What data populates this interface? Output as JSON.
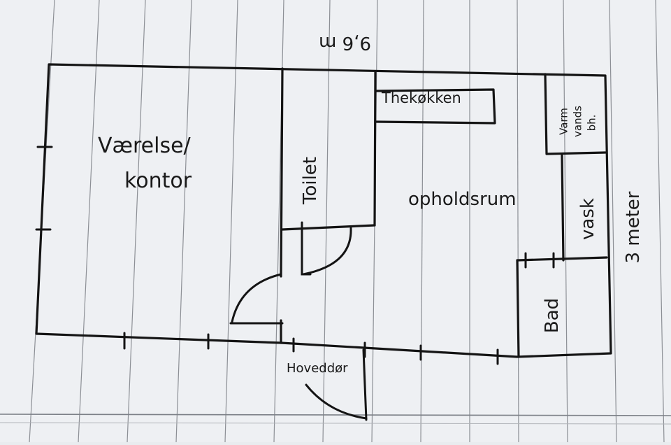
{
  "plan": {
    "top_dimension": "9,6 m",
    "right_dimension": "3 meter",
    "rooms": {
      "vaerelse_line1": "Værelse/",
      "vaerelse_line2": "kontor",
      "toilet": "Toilet",
      "thekokken": "Thekøkken",
      "opholdsrum": "opholdsrum",
      "varmvand_line1": "Varm",
      "varmvand_line2": "vands",
      "varmvand_line3": "bh.",
      "vask": "vask",
      "bad": "Bad"
    },
    "entrance": "Hoveddør"
  },
  "colors": {
    "ink": "#141414",
    "paper": "#eef0f3",
    "rule": "#8c8f95"
  }
}
